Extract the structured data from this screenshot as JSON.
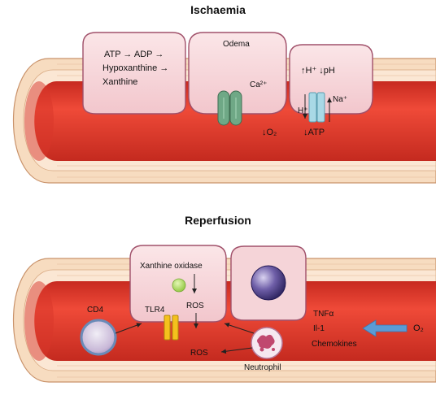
{
  "ischaemia": {
    "title": "Ischaemia",
    "cell1": {
      "line1": "ATP → ADP →",
      "line2": "Hypoxanthine →",
      "line3": "Xanthine"
    },
    "cell2": {
      "title": "Odema",
      "ca": "Ca²⁺",
      "o2": "↓O₂"
    },
    "cell3": {
      "ph": "↑H⁺ ↓pH",
      "h": "H⁺",
      "na": "Na⁺",
      "atp": "↓ATP"
    }
  },
  "reperfusion": {
    "title": "Reperfusion",
    "xanthine_oxidase": "Xanthine oxidase",
    "ros_top": "ROS",
    "tlr4": "TLR4",
    "cd4": "CD4",
    "ros_bottom": "ROS",
    "neutrophil": "Neutrophil",
    "cytokines": [
      "TNFα",
      "Il-1",
      "Chemokines"
    ],
    "o2": "O₂"
  },
  "colors": {
    "blood": "#e8392c",
    "vessel_wall": "#f7dcc0",
    "cell_fill": "#f7d9dc",
    "cell_stroke": "#a0506a",
    "channel_green": "#6fa886",
    "channel_blue": "#a9d9e6",
    "tlr4_yellow": "#f4c11d",
    "arrow_blue": "#5b9bd5"
  }
}
